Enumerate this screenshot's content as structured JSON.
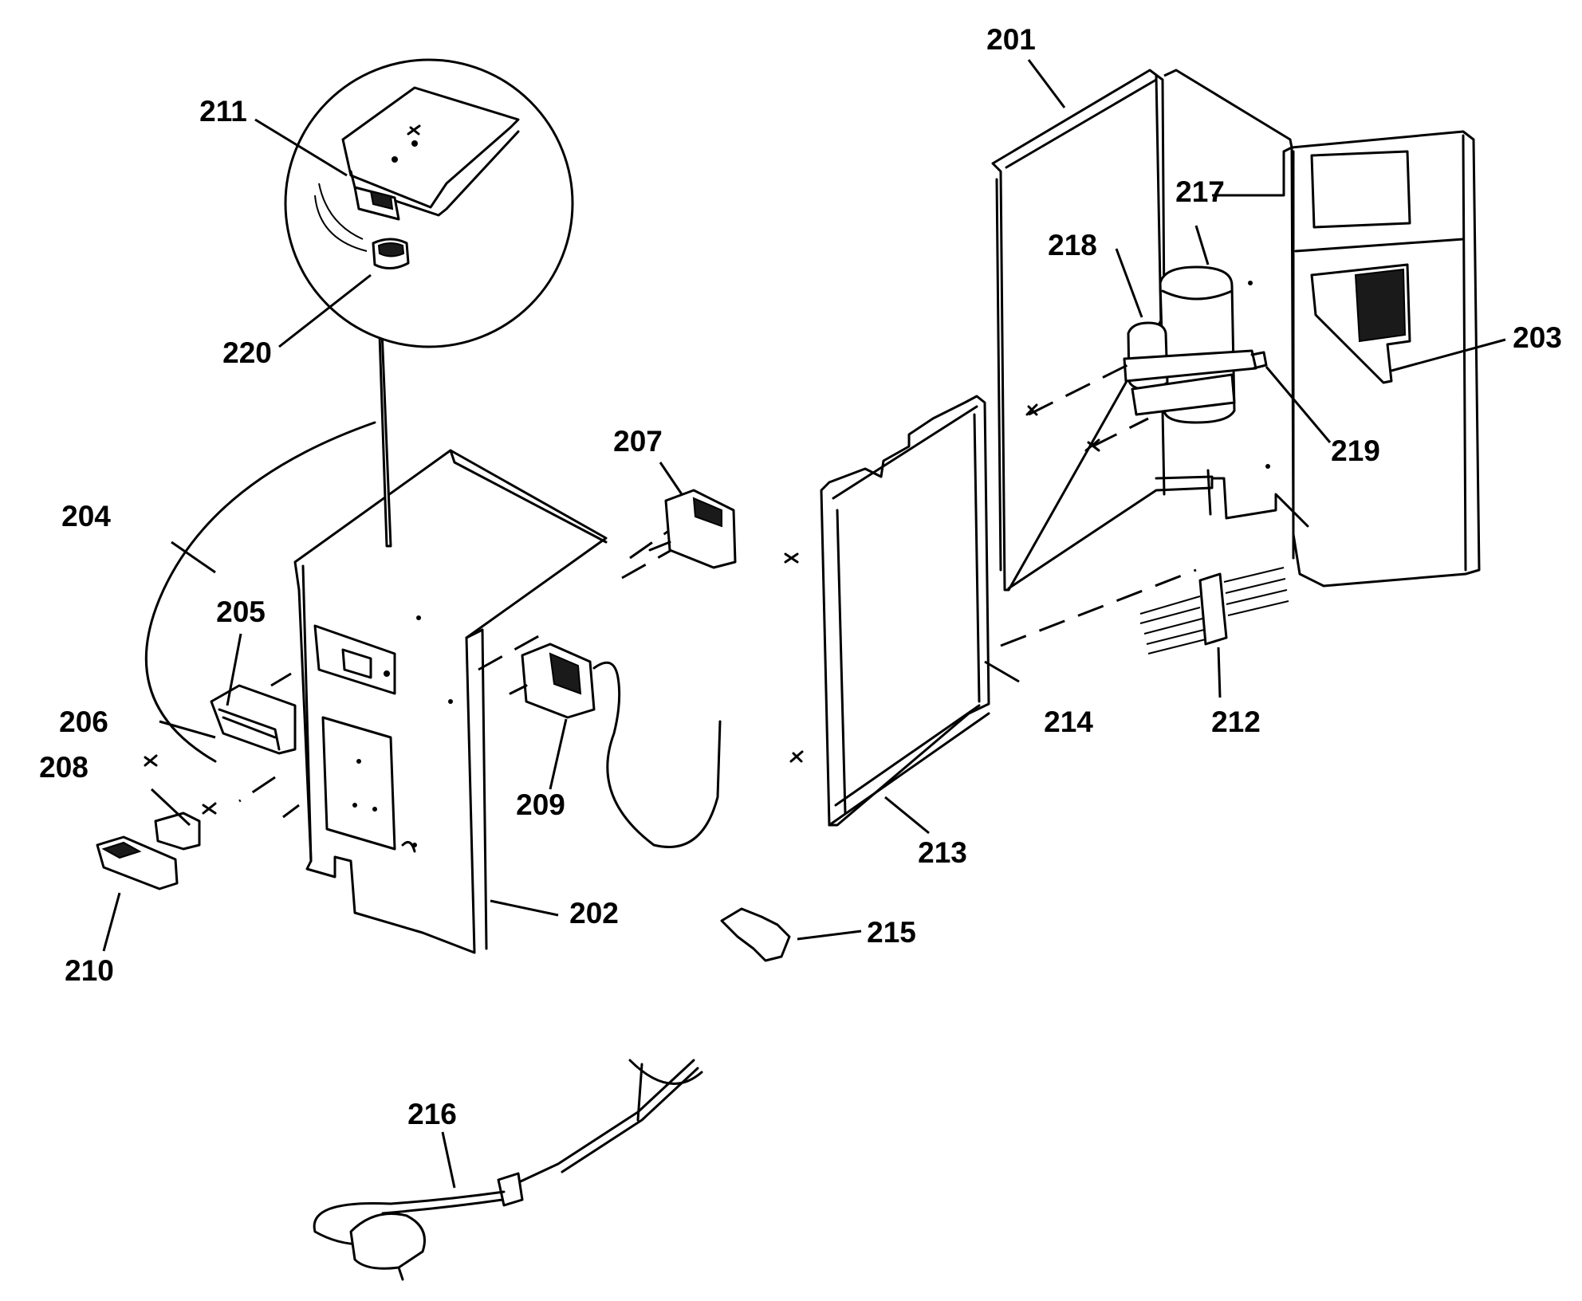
{
  "parts": [
    {
      "id": "p201",
      "name": "part-201-label",
      "label": "201"
    },
    {
      "id": "p202",
      "name": "part-202-label",
      "label": "202"
    },
    {
      "id": "p203",
      "name": "part-203-label",
      "label": "203"
    },
    {
      "id": "p204",
      "name": "part-204-label",
      "label": "204"
    },
    {
      "id": "p205",
      "name": "part-205-label",
      "label": "205"
    },
    {
      "id": "p206",
      "name": "part-206-label",
      "label": "206"
    },
    {
      "id": "p207",
      "name": "part-207-label",
      "label": "207"
    },
    {
      "id": "p208",
      "name": "part-208-label",
      "label": "208"
    },
    {
      "id": "p209",
      "name": "part-209-label",
      "label": "209"
    },
    {
      "id": "p210",
      "name": "part-210-label",
      "label": "210"
    },
    {
      "id": "p211",
      "name": "part-211-label",
      "label": "211"
    },
    {
      "id": "p212",
      "name": "part-212-label",
      "label": "212"
    },
    {
      "id": "p213",
      "name": "part-213-label",
      "label": "213"
    },
    {
      "id": "p214",
      "name": "part-214-label",
      "label": "214"
    },
    {
      "id": "p215",
      "name": "part-215-label",
      "label": "215"
    },
    {
      "id": "p216",
      "name": "part-216-label",
      "label": "216"
    },
    {
      "id": "p217",
      "name": "part-217-label",
      "label": "217"
    },
    {
      "id": "p218",
      "name": "part-218-label",
      "label": "218"
    },
    {
      "id": "p219",
      "name": "part-219-label",
      "label": "219"
    },
    {
      "id": "p220",
      "name": "part-220-label",
      "label": "220"
    }
  ]
}
